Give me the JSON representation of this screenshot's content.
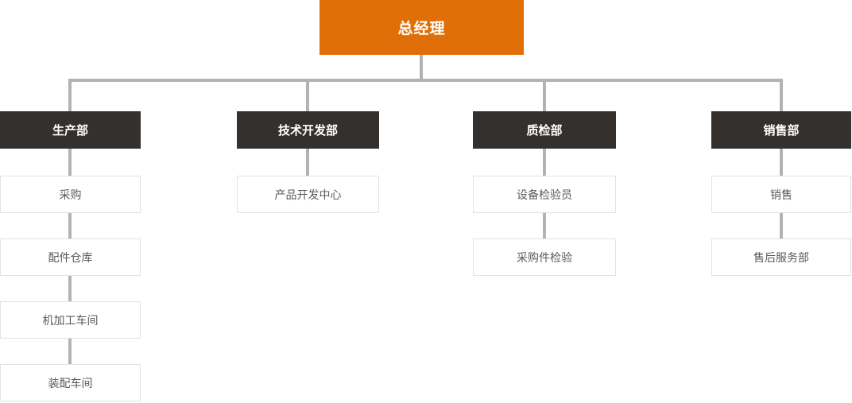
{
  "org_chart": {
    "root": {
      "label": "总经理"
    },
    "departments": [
      {
        "label": "生产部",
        "children": [
          {
            "label": "采购"
          },
          {
            "label": "配件仓库"
          },
          {
            "label": "机加工车间"
          },
          {
            "label": "装配车间"
          }
        ]
      },
      {
        "label": "技术开发部",
        "children": [
          {
            "label": "产品开发中心"
          }
        ]
      },
      {
        "label": "质检部",
        "children": [
          {
            "label": "设备检验员"
          },
          {
            "label": "采购件检验"
          }
        ]
      },
      {
        "label": "销售部",
        "children": [
          {
            "label": "销售"
          },
          {
            "label": "售后服务部"
          }
        ]
      }
    ],
    "colors": {
      "root_background": "#E06F08",
      "department_background": "#33302E",
      "node_text_light": "#FFFFFF",
      "child_text": "#595959",
      "child_border": "#E2E2E2",
      "connector": "#B3B3B3",
      "page_background": "#FFFFFF"
    }
  }
}
